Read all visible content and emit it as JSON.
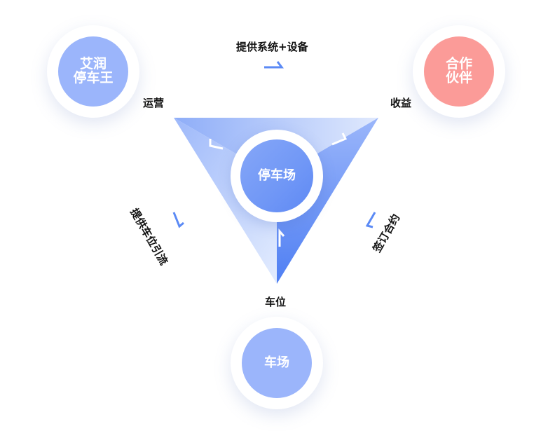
{
  "nodes": {
    "top_left": {
      "label_line1": "艾润",
      "label_line2": "停车王",
      "color": "#9bb5fb"
    },
    "top_right": {
      "label_line1": "合作",
      "label_line2": "伙伴",
      "color": "#fb9b98"
    },
    "bottom": {
      "label": "车场",
      "color": "#9bb5fb"
    },
    "center": {
      "label": "停车场",
      "color": "#779df7"
    }
  },
  "corner_labels": {
    "top_left": "运营",
    "top_right": "收益",
    "bottom": "车位"
  },
  "edge_labels": {
    "top": "提供系统+设备",
    "left": "提供车位引流",
    "right": "签订合约"
  },
  "colors": {
    "accent": "#5b8af5",
    "triangle_light": "#dbe6fd",
    "triangle_mid": "#a7c0fb",
    "triangle_dark": "#5b8af5"
  }
}
